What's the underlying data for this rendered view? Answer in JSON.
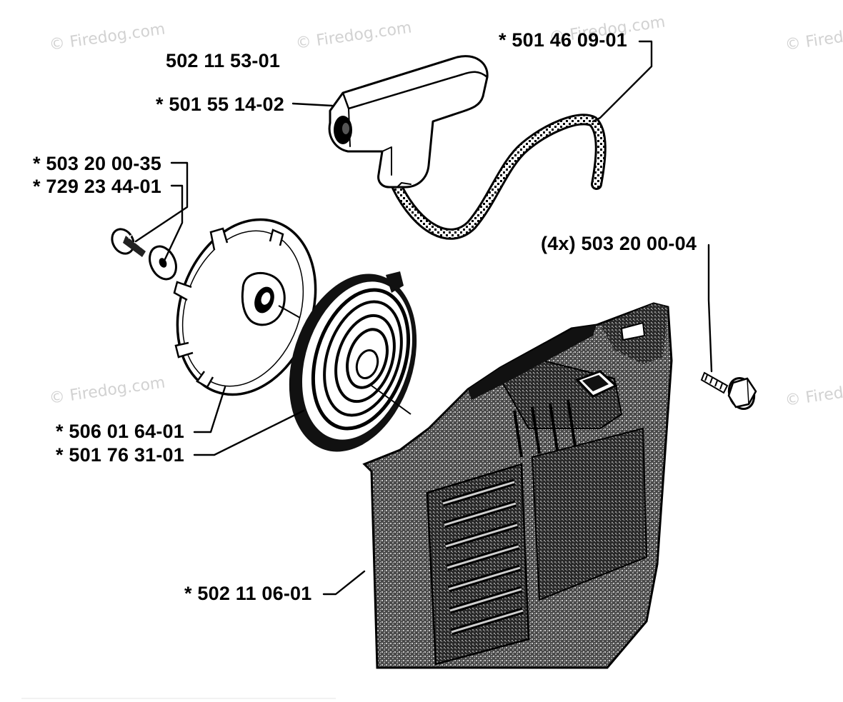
{
  "watermark": "© Firedog.com",
  "parts": {
    "assembly": "502 11 53-01",
    "handle": "* 501 55 14-02",
    "rope": "* 501 46 09-01",
    "screw": "* 503 20 00-35",
    "washer": "* 729 23 44-01",
    "bolts": "(4x) 503 20 00-04",
    "pulley": "* 506 01 64-01",
    "spring": "* 501 76 31-01",
    "housing": "* 502 11 06-01"
  }
}
